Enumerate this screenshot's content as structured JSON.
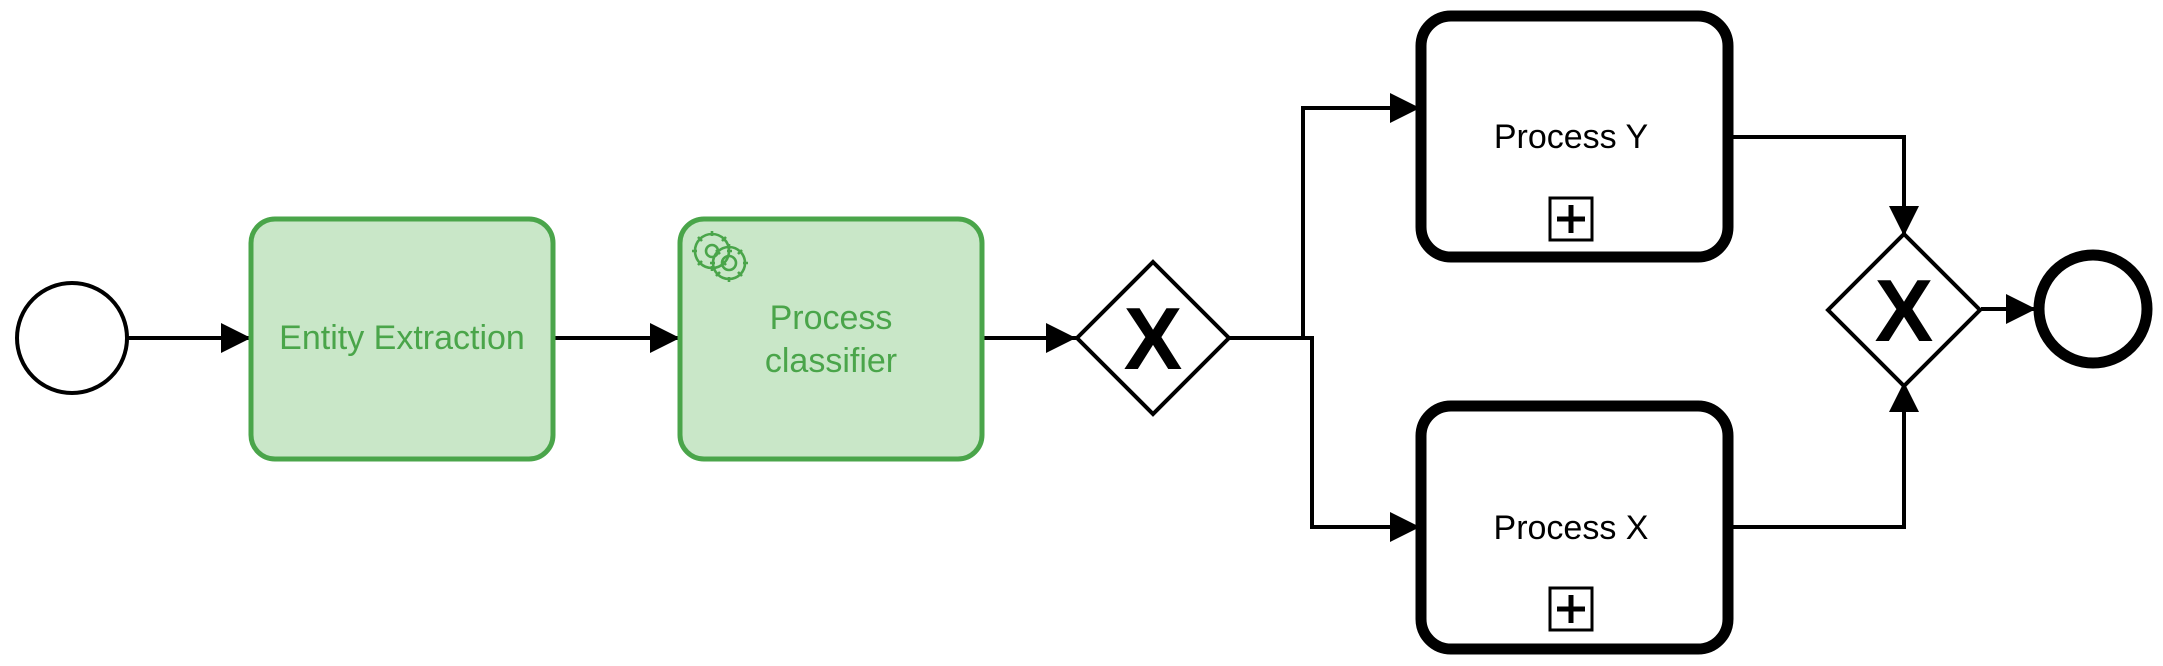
{
  "colors": {
    "stroke": "#000000",
    "task_fill": "#c9e7c8",
    "task_stroke": "#4aa54a",
    "task_text": "#4aa54a",
    "background": "#ffffff"
  },
  "tasks": {
    "entity_extraction": {
      "label": "Entity Extraction"
    },
    "process_classifier": {
      "label_line1": "Process",
      "label_line2": "classifier",
      "icon": "gear-icon"
    }
  },
  "subprocesses": {
    "process_y": {
      "label": "Process Y",
      "marker": "plus-icon"
    },
    "process_x": {
      "label": "Process X",
      "marker": "plus-icon"
    }
  },
  "gateways": {
    "split": {
      "type": "exclusive",
      "symbol": "X"
    },
    "join": {
      "type": "exclusive",
      "symbol": "X"
    }
  }
}
